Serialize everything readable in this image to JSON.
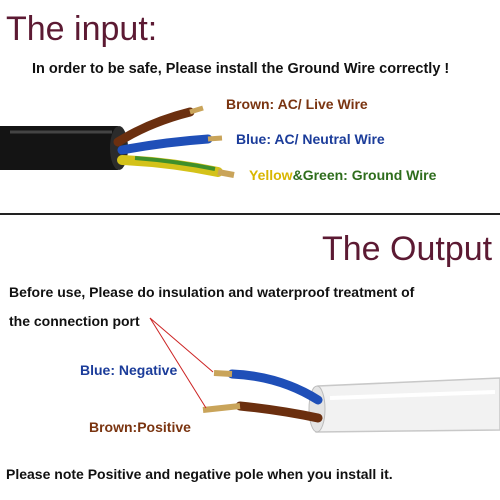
{
  "input": {
    "title": "The input:",
    "safety_note": "In order to be safe, Please install  the Ground Wire correctly !",
    "wires": [
      {
        "label": "Brown: AC/ Live Wire",
        "color": "#7a3410"
      },
      {
        "label": "Blue: AC/ Neutral Wire",
        "color": "#1b3c9a"
      },
      {
        "label_part1": "Yellow",
        "label_part2": "&Green: ",
        "label_part3": "Ground Wire",
        "color_yellow": "#d9b600",
        "color_green": "#2e6d1c"
      }
    ]
  },
  "output": {
    "title": "The Output",
    "instruction_line1": "Before use,  Please do insulation and waterproof treatment of",
    "instruction_line2": "the connection port",
    "negative_label": "Blue: Negative",
    "positive_label": "Brown:Positive",
    "footer_note": "Please note Positive and negative pole when you install it.",
    "negative_color": "#1b3c9a",
    "positive_color": "#7a3410"
  }
}
